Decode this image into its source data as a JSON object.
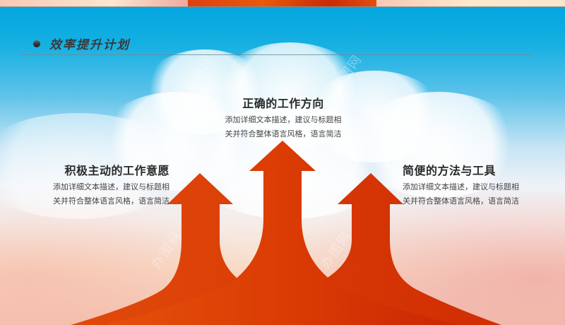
{
  "previous_slide_strip": {
    "colors": {
      "left": "#f7c9b4",
      "middle": "#e24e0e",
      "right": "#fbe6cd"
    }
  },
  "header": {
    "title": "效率提升计划",
    "bullet_color": "#333333",
    "divider_color": "#6e8a95"
  },
  "items": [
    {
      "position": "left",
      "title": "积极主动的工作意愿",
      "desc_line1": "添加详细文本描述，建议与标题相",
      "desc_line2": "关并符合整体语言风格，语言简洁"
    },
    {
      "position": "center",
      "title": "正确的工作方向",
      "desc_line1": "添加详细文本描述，建议与标题相",
      "desc_line2": "关并符合整体语言风格，语言简洁"
    },
    {
      "position": "right",
      "title": "简便的方法与工具",
      "desc_line1": "添加详细文本描述，建议与标题相",
      "desc_line2": "关并符合整体语言风格，语言简洁"
    }
  ],
  "graphic": {
    "type": "three-upward-arrows",
    "arrow_color": "#dc3c06",
    "arrow_color_dark": "#c82604"
  },
  "watermark": "办图网",
  "colors": {
    "sky_top": "#04a6e0",
    "sky_bottom": "#f4c3b2",
    "title_text": "#2a2a2a",
    "body_text": "#444444"
  }
}
